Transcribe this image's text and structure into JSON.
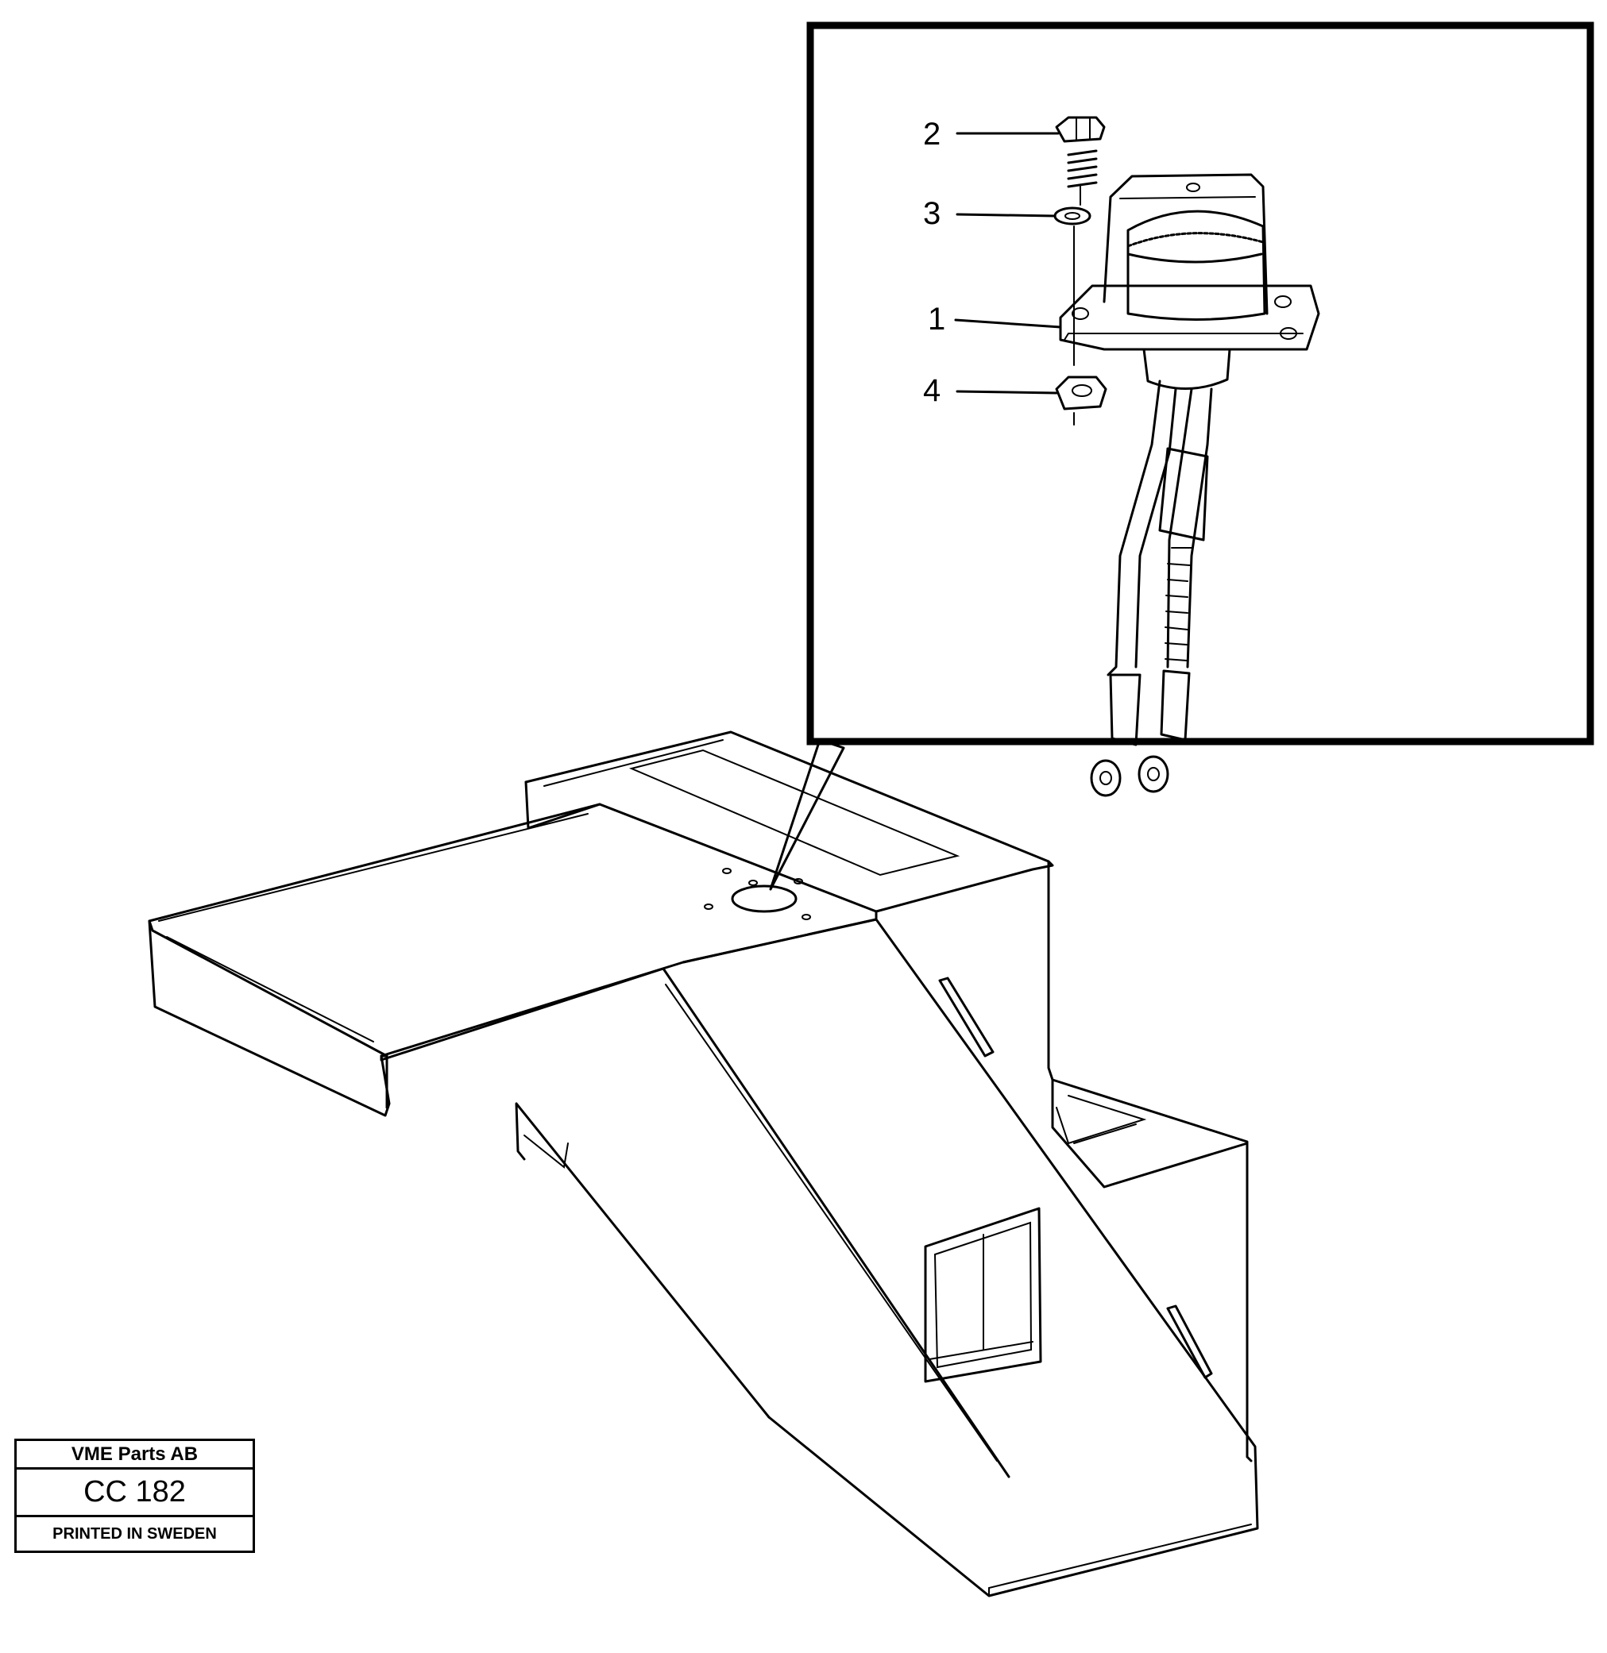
{
  "callouts": [
    {
      "id": "callout-2",
      "label": "2"
    },
    {
      "id": "callout-3",
      "label": "3"
    },
    {
      "id": "callout-1",
      "label": "1"
    },
    {
      "id": "callout-4",
      "label": "4"
    }
  ],
  "stamp": {
    "company": "VME Parts AB",
    "code": "CC 182",
    "printed": "PRINTED IN SWEDEN"
  }
}
